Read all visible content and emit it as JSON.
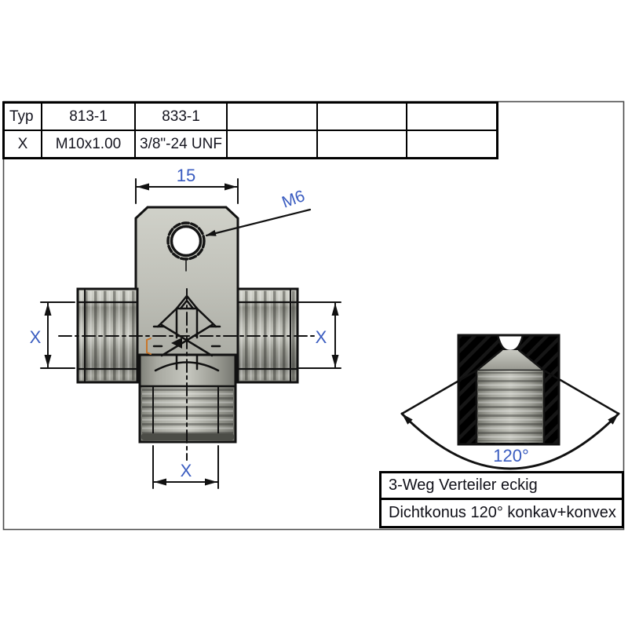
{
  "table": {
    "rows": [
      [
        "Typ",
        "813-1",
        "833-1",
        "",
        "",
        ""
      ],
      [
        "X",
        "M10x1.00",
        "3/8\"-24 UNF",
        "",
        "",
        ""
      ]
    ]
  },
  "labels": {
    "tab_width": "15",
    "thread": "M6",
    "x_left": "X",
    "x_right": "X",
    "x_bottom": "X",
    "cone_angle": "120°"
  },
  "title_block": {
    "line1": "3-Weg Verteiler eckig",
    "line2": "Dichtkonus 120° konkav+konvex"
  },
  "colors": {
    "dimension_text": "#3a5cc0",
    "drawing_line": "#111111",
    "frame_line": "#4a4a4a",
    "metal_light": "#c8c9c1",
    "metal_dark": "#83847c"
  }
}
